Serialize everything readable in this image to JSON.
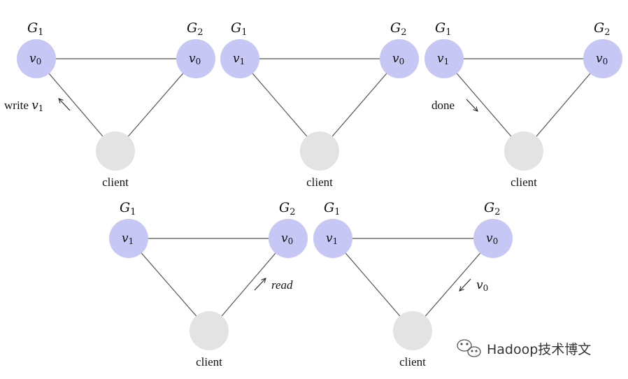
{
  "panels": [
    {
      "g1": {
        "name": "G",
        "sub": "1",
        "value": "v",
        "value_sub": "0"
      },
      "g2": {
        "name": "G",
        "sub": "2",
        "value": "v",
        "value_sub": "0"
      },
      "client": "client",
      "annotation": {
        "pre": "write ",
        "var": "v",
        "sub": "1",
        "side": "left",
        "arrow": "toward-g1"
      }
    },
    {
      "g1": {
        "name": "G",
        "sub": "1",
        "value": "v",
        "value_sub": "1"
      },
      "g2": {
        "name": "G",
        "sub": "2",
        "value": "v",
        "value_sub": "0"
      },
      "client": "client"
    },
    {
      "g1": {
        "name": "G",
        "sub": "1",
        "value": "v",
        "value_sub": "1"
      },
      "g2": {
        "name": "G",
        "sub": "2",
        "value": "v",
        "value_sub": "0"
      },
      "client": "client",
      "annotation": {
        "pre": "done",
        "side": "left",
        "arrow": "toward-client"
      }
    },
    {
      "g1": {
        "name": "G",
        "sub": "1",
        "value": "v",
        "value_sub": "1"
      },
      "g2": {
        "name": "G",
        "sub": "2",
        "value": "v",
        "value_sub": "0"
      },
      "client": "client",
      "annotation": {
        "italic": "read",
        "side": "right",
        "arrow": "toward-g2"
      }
    },
    {
      "g1": {
        "name": "G",
        "sub": "1",
        "value": "v",
        "value_sub": "1"
      },
      "g2": {
        "name": "G",
        "sub": "2",
        "value": "v",
        "value_sub": "0"
      },
      "client": "client",
      "annotation": {
        "var": "v",
        "sub": "0",
        "side": "right",
        "arrow": "toward-client"
      }
    }
  ],
  "watermark": {
    "text": "Hadoop技术博文",
    "icon": "wechat-icon"
  },
  "colors": {
    "server": "#c7c7f5",
    "client": "#e3e3e3",
    "edge": "#555555"
  }
}
